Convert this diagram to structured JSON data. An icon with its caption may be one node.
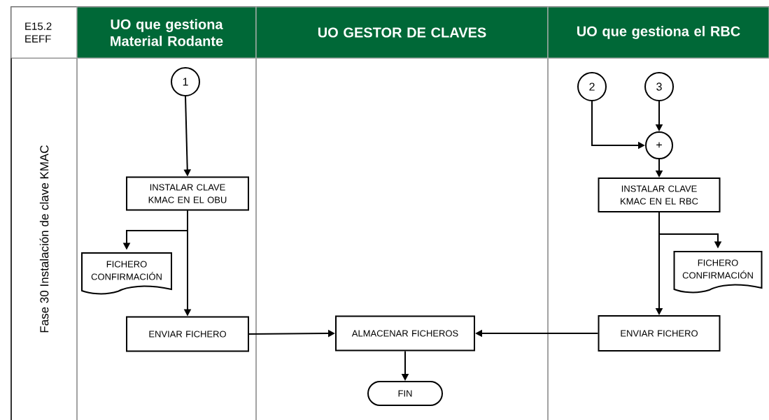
{
  "diagram": {
    "nodes": [
      {
        "text": [
          "E15.2 EEFF"
        ]
      },
      {
        "text": [
          "UO que gestiona Material Rodante"
        ]
      },
      {
        "text": [
          "UO GESTOR DE CLAVES"
        ]
      },
      {
        "text": [
          "UO que gestiona el RBC"
        ]
      },
      {
        "text": [
          "Fase 30 Instalación de clave KMAC"
        ]
      },
      {
        "text": [
          "1"
        ]
      },
      {
        "text": [
          "INSTALAR CLAVE KMAC EN EL OBU"
        ]
      },
      {
        "text": [
          "FICHERO CONFIRMACIÓN"
        ]
      },
      {
        "text": [
          "ENVIAR FICHERO"
        ]
      },
      {
        "text": [
          "ALMACENAR FICHEROS"
        ]
      },
      {
        "text": [
          "FIN"
        ]
      },
      {
        "text": [
          "2"
        ]
      },
      {
        "text": [
          "3"
        ]
      },
      {
        "text": [
          "+"
        ]
      },
      {
        "text": [
          "INSTALAR CLAVE KMAC EN EL RBC"
        ]
      },
      {
        "text": [
          "FICHERO CONFIRMACIÓN"
        ]
      },
      {
        "text": [
          "ENVIAR FICHERO"
        ]
      }
    ],
    "edges": [
      {
        "from": 5,
        "to": 6,
        "arrow": "to"
      },
      {
        "from": 6,
        "to": 7,
        "arrow": "to"
      },
      {
        "from": 6,
        "to": 8,
        "arrow": "to"
      },
      {
        "from": 8,
        "to": 9,
        "arrow": "to"
      },
      {
        "from": 16,
        "to": 9,
        "arrow": "to"
      },
      {
        "from": 9,
        "to": 10,
        "arrow": "to"
      },
      {
        "from": 11,
        "to": 13,
        "arrow": "to"
      },
      {
        "from": 12,
        "to": 13,
        "arrow": "to"
      },
      {
        "from": 13,
        "to": 14,
        "arrow": "to"
      },
      {
        "from": 14,
        "to": 15,
        "arrow": "to"
      },
      {
        "from": 14,
        "to": 16,
        "arrow": "to"
      }
    ]
  }
}
